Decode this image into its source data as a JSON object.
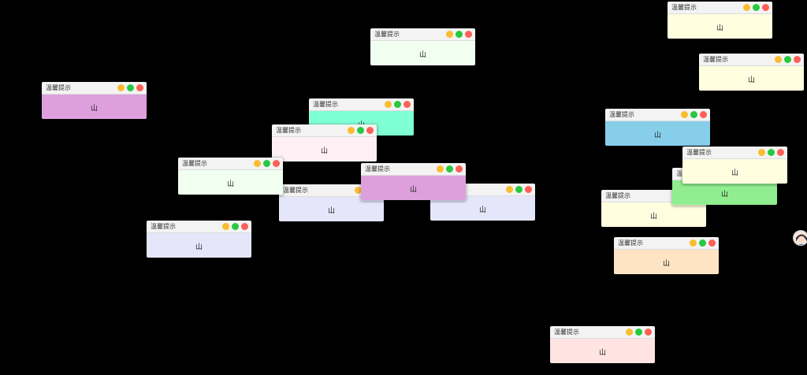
{
  "popup_title": "温馨提示",
  "popup_message": "山",
  "controls": {
    "minimize": "minimize",
    "maximize": "maximize",
    "close": "close"
  },
  "popups": [
    {
      "id": "p1",
      "bg": "#ffffe0"
    },
    {
      "id": "p2",
      "bg": "#f0fff0"
    },
    {
      "id": "p3",
      "bg": "#ffffe0"
    },
    {
      "id": "p4",
      "bg": "#dda0dd"
    },
    {
      "id": "p5",
      "bg": "#7fffd4"
    },
    {
      "id": "p6",
      "bg": "#87ceeb"
    },
    {
      "id": "p7",
      "bg": "#fff0f5"
    },
    {
      "id": "p8",
      "bg": "#ffffe0"
    },
    {
      "id": "p9",
      "bg": "#f0fff0"
    },
    {
      "id": "p10",
      "bg": "#90ee90"
    },
    {
      "id": "p11",
      "bg": "#ffffe0"
    },
    {
      "id": "p12",
      "bg": "#e6e6fa"
    },
    {
      "id": "p13",
      "bg": "#e6e6fa"
    },
    {
      "id": "p14",
      "bg": "#dda0dd"
    },
    {
      "id": "p15",
      "bg": "#ffffe0"
    },
    {
      "id": "p16",
      "bg": "#e6e6fa"
    },
    {
      "id": "p17",
      "bg": "#ffe4c4"
    },
    {
      "id": "p18",
      "bg": "#ffe4e1"
    }
  ]
}
